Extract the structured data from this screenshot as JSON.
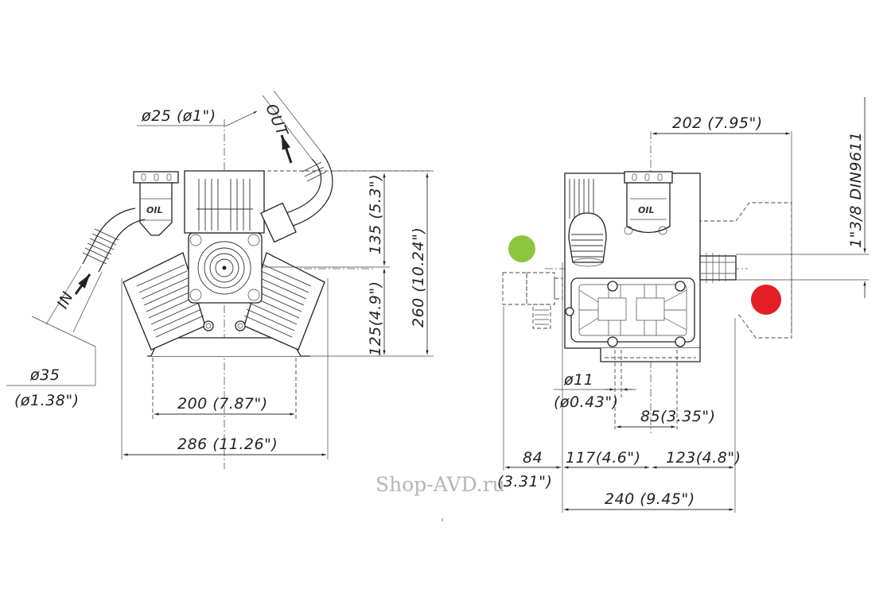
{
  "watermark": "Shop-AVD.ru",
  "markers": {
    "green_dot_color": "#8cc63f",
    "red_dot_color": "#e31e24"
  },
  "front_view": {
    "oil_label": "OIL",
    "outlet_label": "OUT",
    "inlet_label": "IN",
    "outlet_diameter": "ø25 (ø1\")",
    "inlet_diameter_mm": "ø35",
    "inlet_diameter_in": "(ø1.38\")",
    "height_upper": "135 (5.3\")",
    "height_lower": "125(4.9\")",
    "height_total": "260 (10.24\")",
    "mount_width": "200 (7.87\")",
    "overall_width": "286 (11.26\")"
  },
  "side_view": {
    "oil_label": "OIL",
    "shaft_spec": "1\"3/8 DIN9611",
    "shaft_length": "202 (7.95\")",
    "hole_diameter_mm": "ø11",
    "hole_diameter_in": "(ø0.43\")",
    "hole_spacing": "85(3.35\")",
    "inlet_offset_mm": "84",
    "inlet_offset_in": "(3.31\")",
    "base_left": "117(4.6\")",
    "base_right": "123(4.8\")",
    "base_total": "240 (9.45\")"
  }
}
